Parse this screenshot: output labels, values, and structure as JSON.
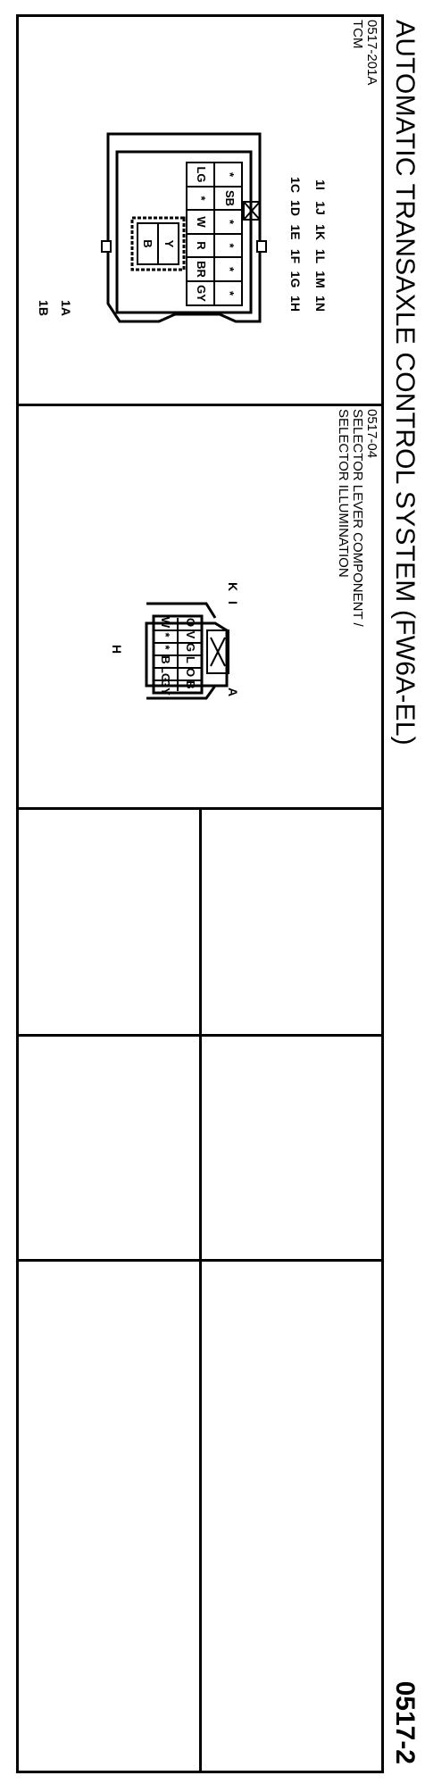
{
  "header": {
    "title": "AUTOMATIC TRANSAXLE CONTROL SYSTEM (FW6A-EL)",
    "page_number": "0517-2"
  },
  "connector_tcm": {
    "code": "0517-201A",
    "name": "TCM",
    "pin_labels_left": [
      "1I",
      "1J",
      "1K",
      "1M",
      "1N"
    ],
    "pin_labels_right": [
      "1C",
      "1D",
      "1E",
      "1F",
      "1G",
      "1H"
    ],
    "pin_labels_left_extra": [
      "1L"
    ],
    "lock_labels": [
      "1A",
      "1B"
    ],
    "grid_top": [
      "*",
      "SB",
      "*",
      "*",
      "*",
      "*"
    ],
    "grid_bottom": [
      "LG",
      "*",
      "W",
      "R",
      "BR",
      "GY"
    ],
    "inner": [
      "Y",
      "B"
    ]
  },
  "connector_selector": {
    "code": "0517-04",
    "name_line1": "SELECTOR LEVER COMPONENT /",
    "name_line2": "SELECTOR ILLUMINATION",
    "pin_A": "A",
    "pin_H": "H",
    "pin_I": "I",
    "pin_K": "K",
    "row_top": [
      "O",
      "V",
      "G",
      "L",
      "O",
      "B"
    ],
    "row_bottom": [
      "W",
      "*",
      "*",
      "B",
      "LG",
      "GY"
    ]
  }
}
